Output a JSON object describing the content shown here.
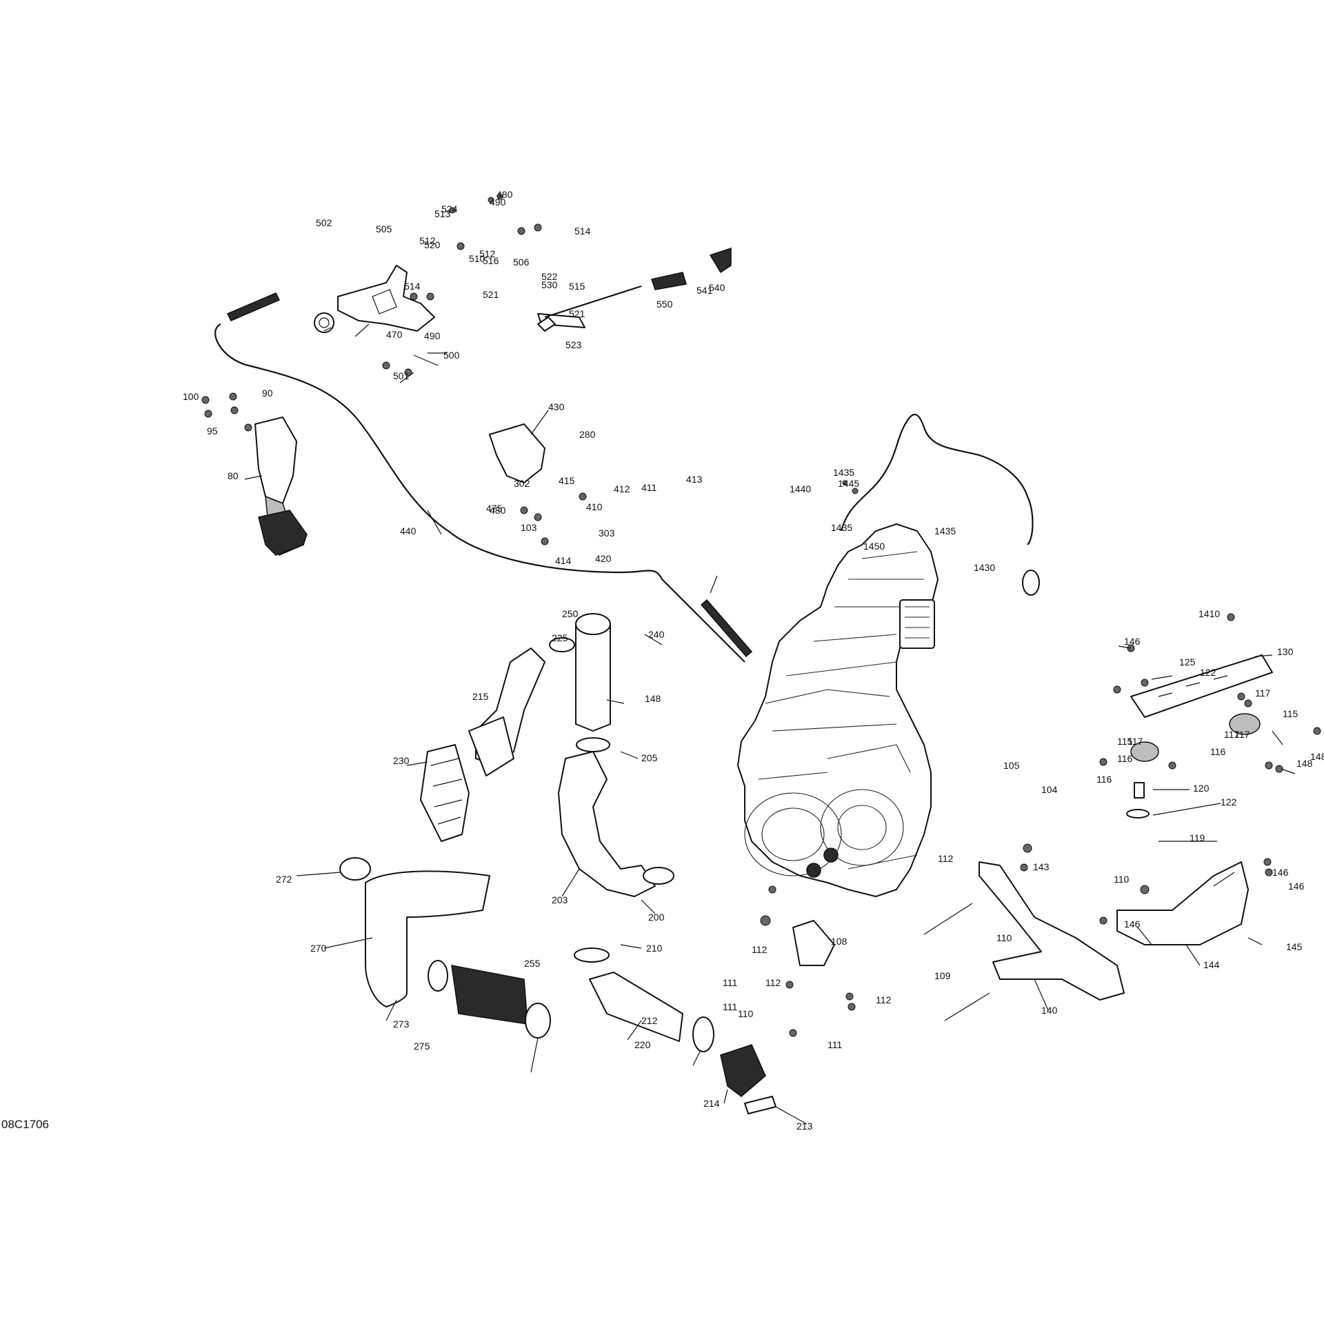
{
  "diagram": {
    "code": "08C1706",
    "callouts": [
      "80",
      "90",
      "95",
      "100",
      "103",
      "104",
      "105",
      "108",
      "109",
      "110",
      "110",
      "110",
      "111",
      "111",
      "111",
      "112",
      "112",
      "112",
      "112",
      "115",
      "115",
      "116",
      "116",
      "116",
      "117",
      "117",
      "117",
      "117",
      "119",
      "120",
      "122",
      "122",
      "125",
      "130",
      "140",
      "143",
      "144",
      "145",
      "146",
      "146",
      "146",
      "146",
      "148",
      "148",
      "148",
      "200",
      "203",
      "205",
      "210",
      "212",
      "213",
      "214",
      "215",
      "220",
      "225",
      "230",
      "240",
      "250",
      "255",
      "270",
      "272",
      "273",
      "275",
      "280",
      "302",
      "303",
      "410",
      "411",
      "412",
      "413",
      "414",
      "415",
      "420",
      "430",
      "440",
      "470",
      "475",
      "480",
      "480",
      "490",
      "490",
      "500",
      "501",
      "502",
      "505",
      "506",
      "510",
      "512",
      "512",
      "513",
      "514",
      "514",
      "515",
      "516",
      "520",
      "521",
      "521",
      "522",
      "523",
      "524",
      "530",
      "540",
      "541",
      "550",
      "1410",
      "1430",
      "1435",
      "1435",
      "1435",
      "1440",
      "1445",
      "1450"
    ]
  }
}
